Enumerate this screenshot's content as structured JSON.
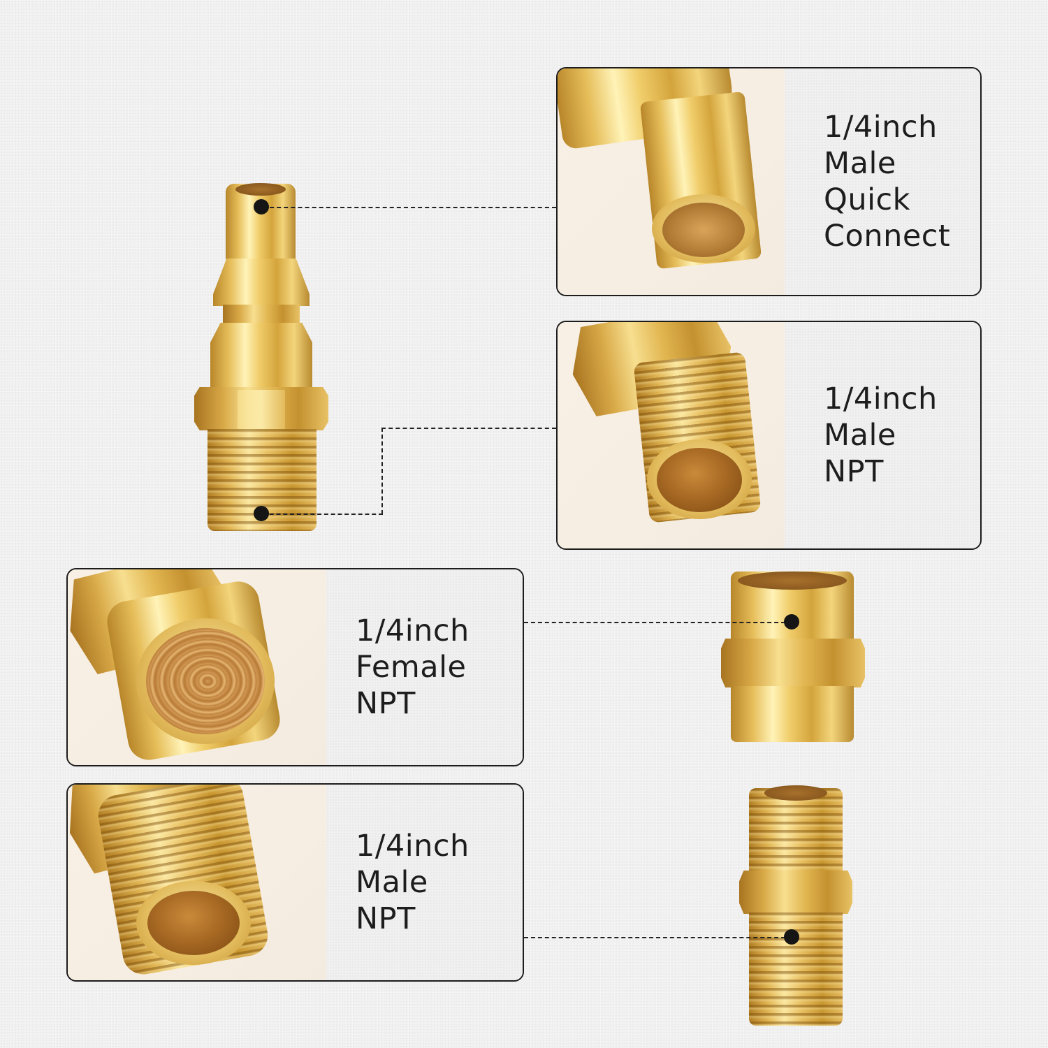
{
  "callouts": [
    {
      "id": "male-quick-connect",
      "lines": [
        "1/4inch",
        "Male",
        "Quick",
        "Connect"
      ],
      "image": "brass-quick-connect-plug-tip-closeup"
    },
    {
      "id": "male-npt-top",
      "lines": [
        "1/4inch",
        "Male",
        "NPT"
      ],
      "image": "brass-male-npt-thread-closeup"
    },
    {
      "id": "female-npt",
      "lines": [
        "1/4inch",
        "Female",
        "NPT"
      ],
      "image": "brass-female-npt-socket-closeup"
    },
    {
      "id": "male-npt-bottom",
      "lines": [
        "1/4inch",
        "Male",
        "NPT"
      ],
      "image": "brass-male-npt-nipple-closeup"
    }
  ],
  "products": [
    {
      "id": "quick-connect-plug",
      "name": "brass quick connect plug with male NPT thread"
    },
    {
      "id": "female-coupling",
      "name": "brass hex female coupling"
    },
    {
      "id": "hex-nipple",
      "name": "brass hex male nipple"
    }
  ],
  "colors": {
    "background": "#f1f1f1",
    "card_border": "#1c1c1c",
    "text": "#1d1d1d",
    "brass_light": "#fff3b8",
    "brass_mid": "#e6be5a",
    "brass_dark": "#b8862a",
    "marker_dot": "#151515"
  }
}
